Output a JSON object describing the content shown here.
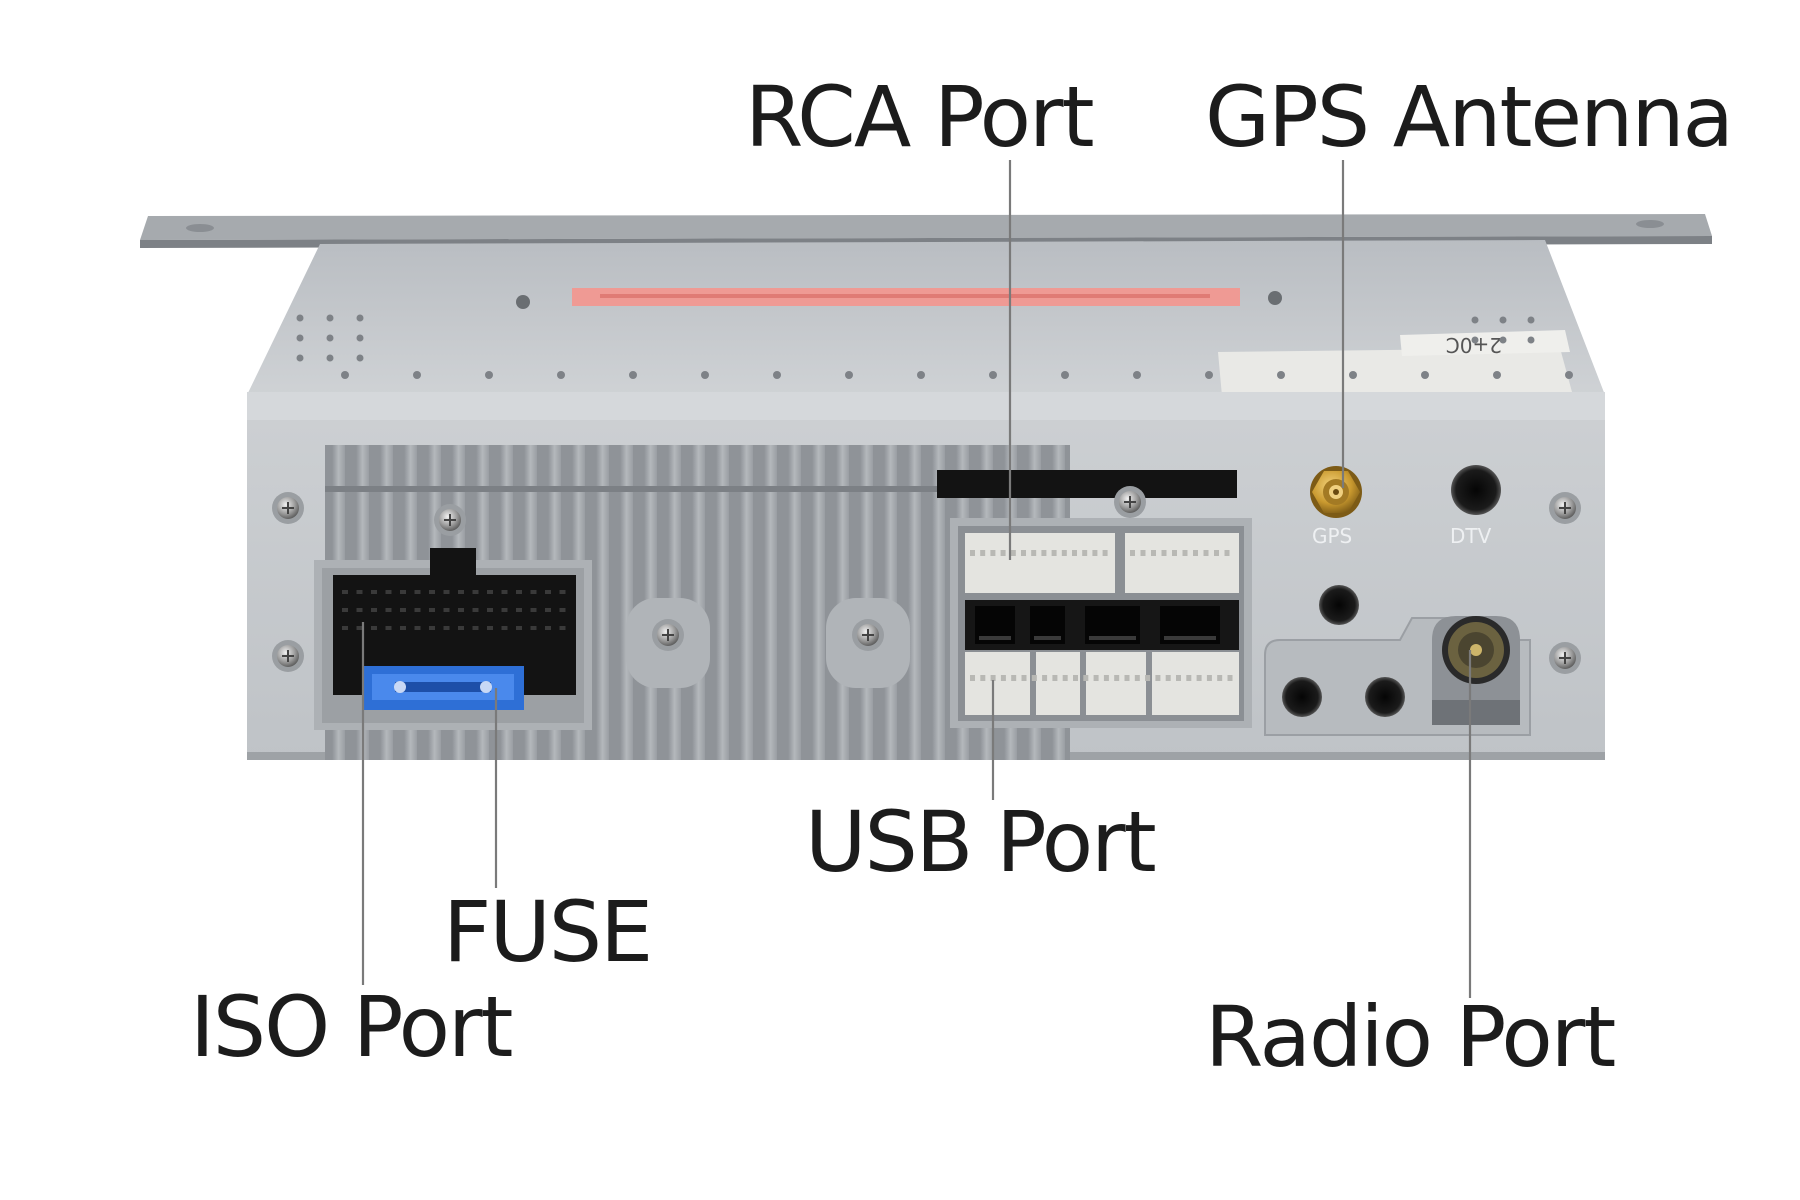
{
  "labels": {
    "rca": "RCA Port",
    "gps": "GPS Antenna",
    "usb": "USB Port",
    "fuse": "FUSE",
    "iso": "ISO Port",
    "radio": "Radio Port"
  },
  "device": {
    "gps_mark": "GPS",
    "dtv_mark": "DTV",
    "sticker_code": "2+0C"
  },
  "colors": {
    "chassis": "#c4c8cc",
    "chassis_dark": "#a9adb2",
    "connector_white": "#e4e4e0",
    "connector_black": "#141414",
    "fuse_blue": "#2e6fd6",
    "warning_strip": "#ef9a94",
    "gold": "#c9992f",
    "leader_line": "#7a7a7a"
  },
  "icons": {
    "screw": "screw-icon",
    "gps_connector": "sma-connector-icon",
    "radio_connector": "antenna-socket-icon"
  }
}
